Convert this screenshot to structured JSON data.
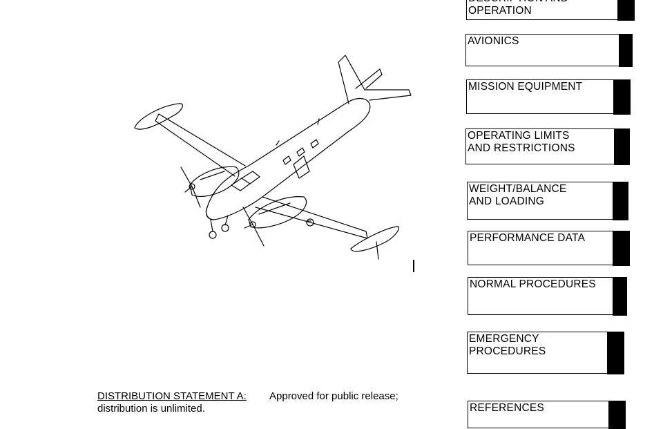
{
  "tabs": [
    {
      "id": "operation",
      "label": "DESCRIPTION AND\nOPERATION"
    },
    {
      "id": "avionics",
      "label": "AVIONICS"
    },
    {
      "id": "mission-equipment",
      "label": "MISSION EQUIPMENT"
    },
    {
      "id": "operating-limits",
      "label": "OPERATING LIMITS\nAND RESTRICTIONS"
    },
    {
      "id": "weight-balance",
      "label": "WEIGHT/BALANCE\nAND LOADING"
    },
    {
      "id": "performance-data",
      "label": "PERFORMANCE DATA"
    },
    {
      "id": "normal-procedures",
      "label": "NORMAL PROCEDURES"
    },
    {
      "id": "emergency-procedures",
      "label": "EMERGENCY\nPROCEDURES"
    },
    {
      "id": "references",
      "label": "REFERENCES"
    }
  ],
  "distribution": {
    "heading": "DISTRIBUTION STATEMENT A:",
    "text": "Approved for public release;",
    "text2": "distribution is unlimited."
  },
  "illustration": {
    "icon": "twin-engine-aircraft-line-drawing"
  }
}
